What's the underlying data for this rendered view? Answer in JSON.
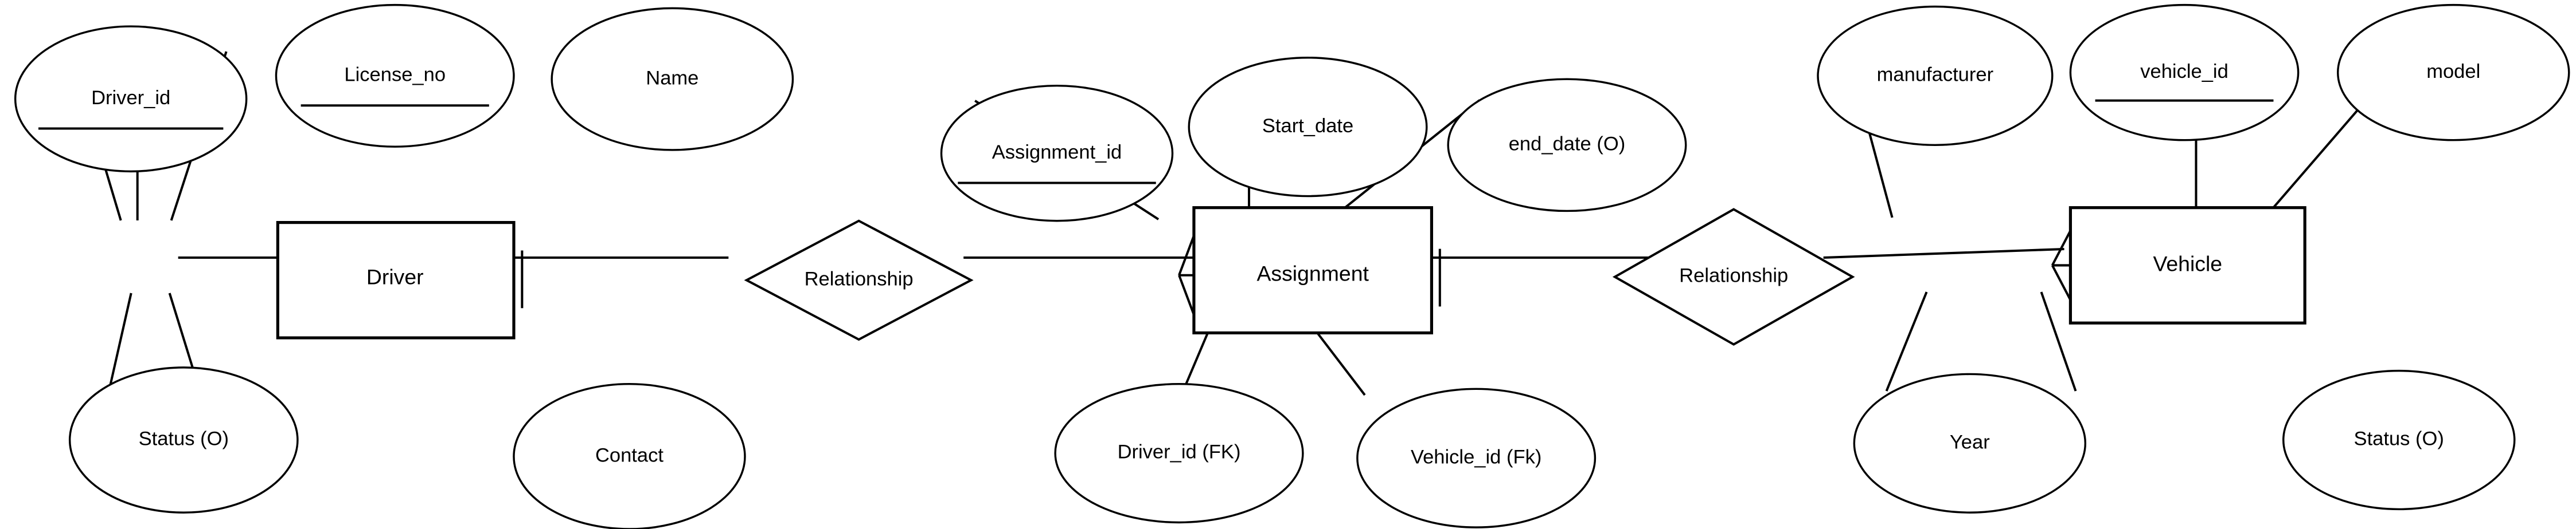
{
  "diagram": {
    "title": "Driver-Assignment-Vehicle ER Diagram",
    "type": "entity-relationship-diagram",
    "notation": "chen-with-crows-foot",
    "background_color": "#ffffff",
    "line_color": "#000000",
    "entities": [
      {
        "id": "driver",
        "label": "Driver",
        "attributes": [
          {
            "label": "Driver_id",
            "key": true,
            "optional": false,
            "foreign": false
          },
          {
            "label": "License_no",
            "key": true,
            "optional": false,
            "foreign": false
          },
          {
            "label": "Name",
            "key": false,
            "optional": false,
            "foreign": false
          },
          {
            "label": "Status (O)",
            "key": false,
            "optional": true,
            "foreign": false
          },
          {
            "label": "Contact",
            "key": false,
            "optional": false,
            "foreign": false
          }
        ]
      },
      {
        "id": "assignment",
        "label": "Assignment",
        "attributes": [
          {
            "label": "Assignment_id",
            "key": true,
            "optional": false,
            "foreign": false
          },
          {
            "label": "Start_date",
            "key": false,
            "optional": false,
            "foreign": false
          },
          {
            "label": "end_date (O)",
            "key": false,
            "optional": true,
            "foreign": false
          },
          {
            "label": "Driver_id (FK)",
            "key": false,
            "optional": false,
            "foreign": true
          },
          {
            "label": "Vehicle_id (Fk)",
            "key": false,
            "optional": false,
            "foreign": true
          }
        ]
      },
      {
        "id": "vehicle",
        "label": "Vehicle",
        "attributes": [
          {
            "label": "manufacturer",
            "key": false,
            "optional": false,
            "foreign": false
          },
          {
            "label": "vehicle_id",
            "key": true,
            "optional": false,
            "foreign": false
          },
          {
            "label": "model",
            "key": false,
            "optional": false,
            "foreign": false
          },
          {
            "label": "Year",
            "key": false,
            "optional": false,
            "foreign": false
          },
          {
            "label": "Status (O)",
            "key": false,
            "optional": true,
            "foreign": false
          }
        ]
      }
    ],
    "relationships": [
      {
        "id": "driver-assignment",
        "label": "Relationship",
        "from": "Driver",
        "to": "Assignment",
        "from_cardinality": "one",
        "to_cardinality": "many"
      },
      {
        "id": "assignment-vehicle",
        "label": "Relationship",
        "from": "Assignment",
        "to": "Vehicle",
        "from_cardinality": "one",
        "to_cardinality": "many"
      }
    ],
    "legend": {
      "optional_marker": "(O)",
      "foreign_key_marker_upper": "(FK)",
      "foreign_key_marker_lower": "(Fk)"
    }
  }
}
